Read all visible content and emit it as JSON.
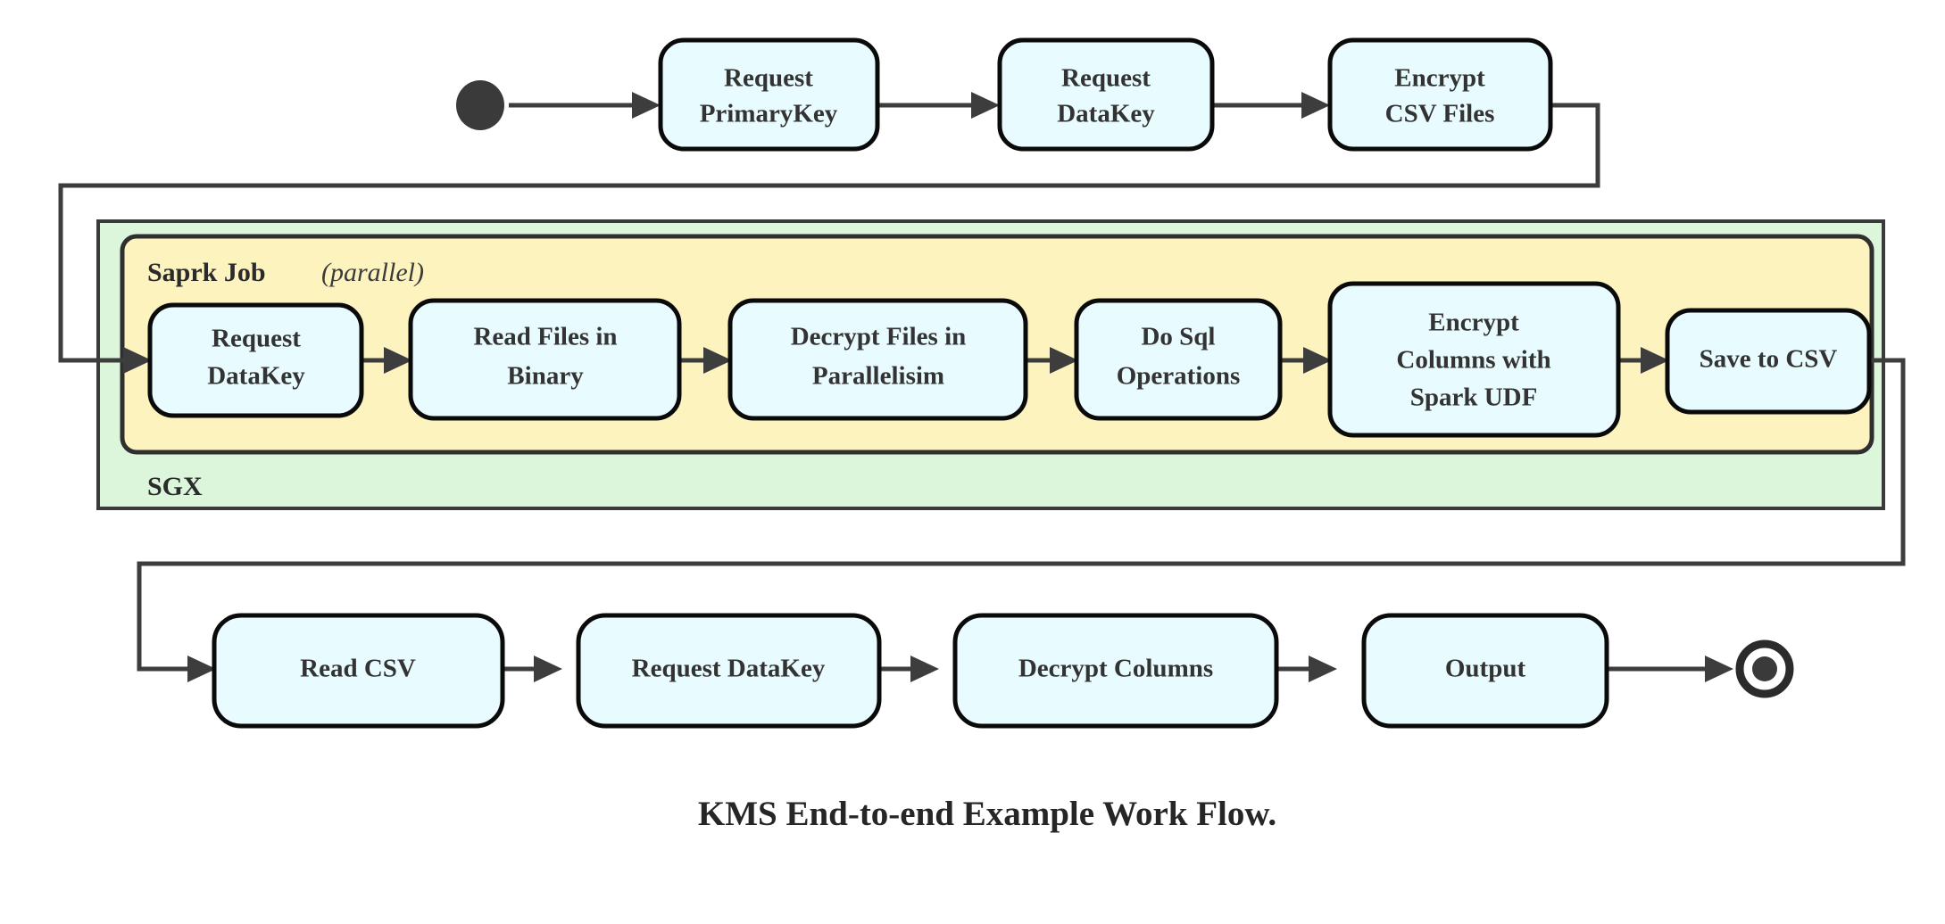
{
  "diagram": {
    "title": "KMS End-to-end Example Work Flow.",
    "colors": {
      "node_fill": "#e8fbff",
      "node_stroke": "#0a0a0a",
      "sgx_fill": "#dcf6dc",
      "spark_fill": "#fcf3bf",
      "connector": "#3d3d3d",
      "text": "#333333",
      "background": "#ffffff"
    },
    "groups": {
      "spark": {
        "label": "Saprk Job",
        "modifier": "(parallel)",
        "modifier_open": "(",
        "modifier_word": "parallel",
        "modifier_close": ")"
      },
      "sgx": {
        "label": "SGX"
      }
    },
    "markers": {
      "start": "start-node",
      "end": "end-node"
    },
    "rows": {
      "top": {
        "nodes": [
          {
            "id": "request-primarykey",
            "lines": [
              "Request",
              "PrimaryKey"
            ]
          },
          {
            "id": "request-datakey-top",
            "lines": [
              "Request",
              "DataKey"
            ]
          },
          {
            "id": "encrypt-csv-files",
            "lines": [
              "Encrypt",
              "CSV Files"
            ]
          }
        ]
      },
      "spark": {
        "nodes": [
          {
            "id": "request-datakey-spark",
            "lines": [
              "Request",
              "DataKey"
            ]
          },
          {
            "id": "read-files-in-binary",
            "lines": [
              "Read Files in",
              "Binary"
            ]
          },
          {
            "id": "decrypt-files-in-parallelisim",
            "lines": [
              "Decrypt Files in",
              "Parallelisim"
            ]
          },
          {
            "id": "do-sql-operations",
            "lines": [
              "Do Sql",
              "Operations"
            ]
          },
          {
            "id": "encrypt-columns-with-spark-udf",
            "lines": [
              "Encrypt",
              "Columns with",
              "Spark UDF"
            ]
          },
          {
            "id": "save-to-csv",
            "lines": [
              "Save to CSV"
            ]
          }
        ]
      },
      "bottom": {
        "nodes": [
          {
            "id": "read-csv",
            "lines": [
              "Read CSV"
            ]
          },
          {
            "id": "request-datakey-bottom",
            "lines": [
              "Request DataKey"
            ]
          },
          {
            "id": "decrypt-columns",
            "lines": [
              "Decrypt Columns"
            ]
          },
          {
            "id": "output",
            "lines": [
              "Output"
            ]
          }
        ]
      }
    }
  }
}
